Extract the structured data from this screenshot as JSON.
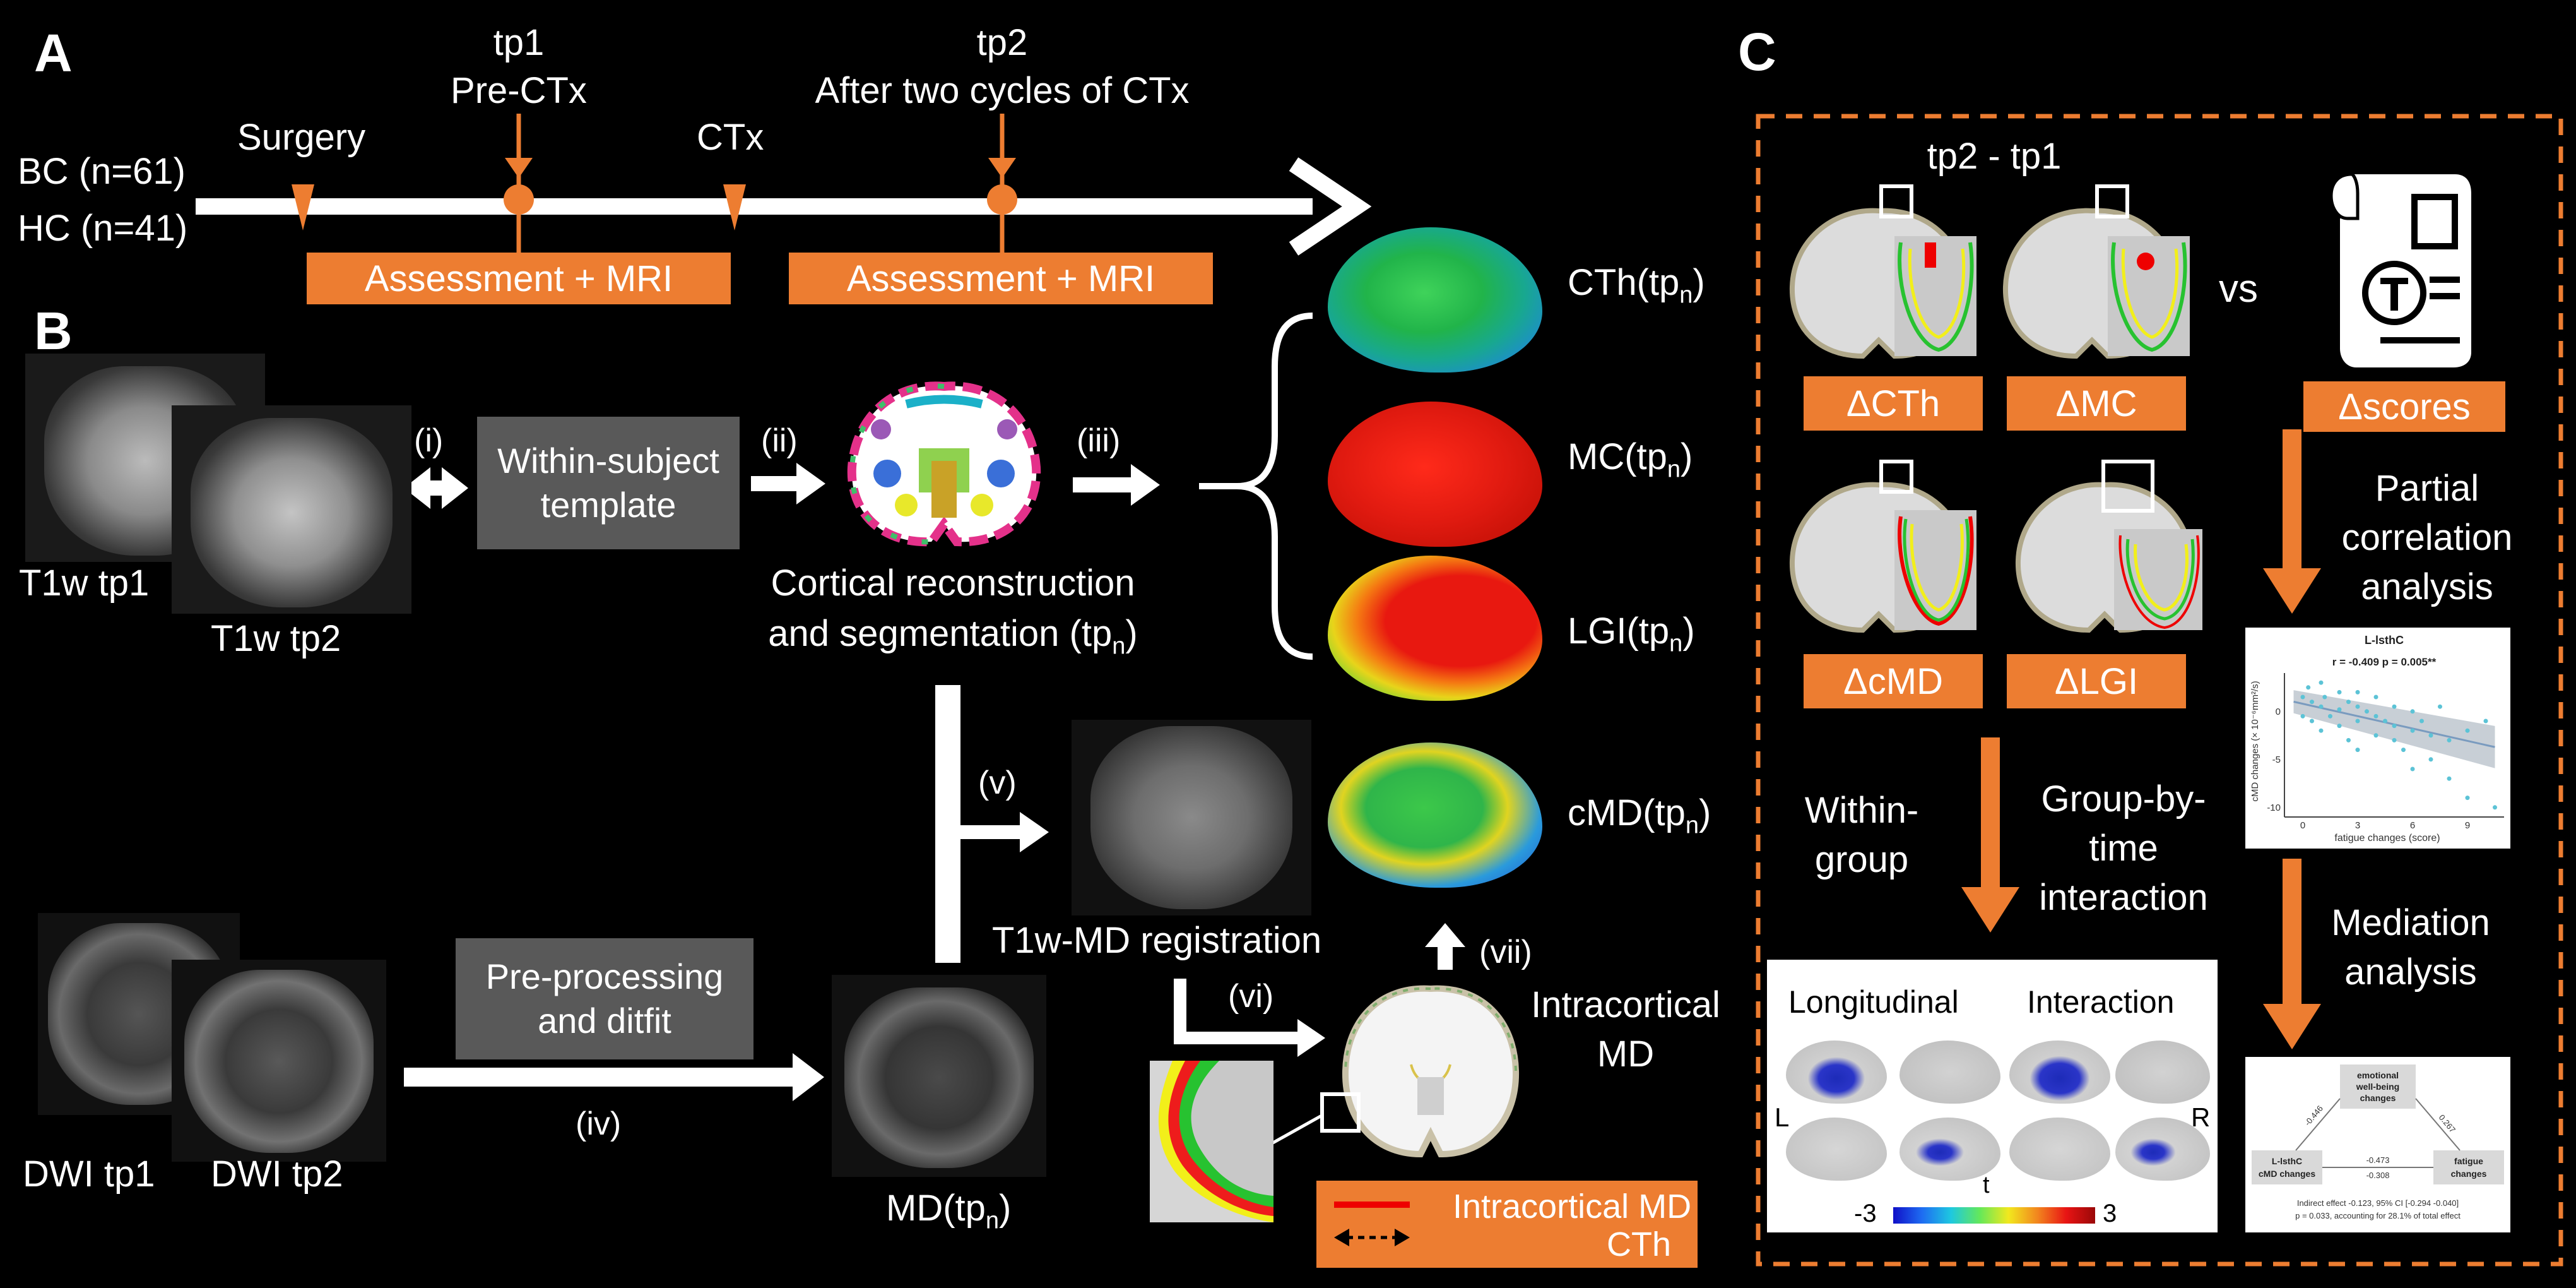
{
  "panels": {
    "a": "A",
    "b": "B",
    "c": "C"
  },
  "timeline": {
    "groups": [
      "BC (n=61)",
      "HC (n=41)"
    ],
    "surgery": "Surgery",
    "tp1_title": "tp1",
    "tp1_sub": "Pre-CTx",
    "ctx": "CTx",
    "tp2_title": "tp2",
    "tp2_sub": "After two cycles of CTx",
    "assessment1": "Assessment + MRI",
    "assessment2": "Assessment + MRI"
  },
  "pipeline": {
    "t1w_tp1": "T1w tp1",
    "t1w_tp2": "T1w tp2",
    "step_i": "(i)",
    "template_line1": "Within-subject",
    "template_line2": "template",
    "step_ii": "(ii)",
    "step_iii": "(iii)",
    "recon_line1": "Cortical reconstruction",
    "recon_line2": "and segmentation (tp",
    "recon_sub": "n",
    "recon_end": ")",
    "measures": [
      {
        "base": "CTh(tp",
        "sub": "n",
        "end": ")"
      },
      {
        "base": "MC(tp",
        "sub": "n",
        "end": ")"
      },
      {
        "base": "LGI(tp",
        "sub": "n",
        "end": ")"
      },
      {
        "base": "cMD(tp",
        "sub": "n",
        "end": ")"
      }
    ],
    "step_v": "(v)",
    "registration": "T1w-MD registration",
    "dwi_tp1": "DWI tp1",
    "dwi_tp2": "DWI tp2",
    "preproc_line1": "Pre-processing",
    "preproc_line2": "and ditfit",
    "step_iv": "(iv)",
    "md_base": "MD(tp",
    "md_sub": "n",
    "md_end": ")",
    "step_vi": "(vi)",
    "step_vii": "(vii)",
    "intracortical_line1": "Intracortical",
    "intracortical_line2": "MD",
    "legend_md": "Intracortical MD",
    "legend_cth": "CTh"
  },
  "panel_c": {
    "diff_title": "tp2 - tp1",
    "vs": "vs",
    "delta_cth": "ΔCTh",
    "delta_mc": "ΔMC",
    "delta_scores": "Δscores",
    "delta_cmd": "ΔcMD",
    "delta_lgi": "ΔLGI",
    "partial_line1": "Partial",
    "partial_line2": "correlation",
    "partial_line3": "analysis",
    "within_line1": "Within-",
    "within_line2": "group",
    "gbt_line1": "Group-by-",
    "gbt_line2": "time",
    "gbt_line3": "interaction",
    "mediation_line1": "Mediation",
    "mediation_line2": "analysis",
    "longitudinal": "Longitudinal",
    "interaction": "Interaction",
    "left": "L",
    "right": "R",
    "t_label": "t",
    "cbar_min": "-3",
    "cbar_max": "3",
    "scatter": {
      "title": "L-lsthC",
      "stats": "r = -0.409   p = 0.005**",
      "ylabel": "cMD changes (× 10⁻⁶mm²/s)",
      "xlabel": "fatigue changes (score)",
      "xticks": [
        "0",
        "3",
        "6",
        "9"
      ],
      "yticks": [
        "0",
        "-5",
        "-10"
      ]
    },
    "mediation": {
      "mediator_line1": "emotional",
      "mediator_line2": "well-being",
      "mediator_line3": "changes",
      "x_line1": "L-lsthC",
      "x_line2": "cMD changes",
      "y_line1": "fatigue",
      "y_line2": "changes",
      "a_path": "-0.446",
      "b_path": "0.267",
      "c_total": "-0.473",
      "c_direct": "-0.308",
      "note1": "Indirect effect -0.123, 95% CI [-0.294 -0.040]",
      "note2": "p = 0.033, accounting for 28.1% of total effect"
    }
  },
  "chart_data": {
    "type": "scatter",
    "title": "L-lsthC",
    "xlabel": "fatigue changes (score)",
    "ylabel": "cMD changes (× 10⁻⁶mm²/s)",
    "xlim": [
      -1,
      11
    ],
    "ylim": [
      -11,
      4
    ],
    "points": [
      [
        0,
        1.5
      ],
      [
        0,
        -0.5
      ],
      [
        0.3,
        2.5
      ],
      [
        0.5,
        -1
      ],
      [
        0.5,
        1
      ],
      [
        1,
        0.5
      ],
      [
        1,
        -2
      ],
      [
        1,
        3
      ],
      [
        1.2,
        1.5
      ],
      [
        1.5,
        -0.5
      ],
      [
        2,
        2
      ],
      [
        2,
        -1.5
      ],
      [
        2,
        0.2
      ],
      [
        2.5,
        1
      ],
      [
        2.5,
        -3
      ],
      [
        3,
        0.5
      ],
      [
        3,
        -1
      ],
      [
        3,
        2
      ],
      [
        3,
        -4
      ],
      [
        3.5,
        0
      ],
      [
        4,
        -0.5
      ],
      [
        4,
        1.5
      ],
      [
        4,
        -2.5
      ],
      [
        4.5,
        -1
      ],
      [
        5,
        0.5
      ],
      [
        5,
        -3
      ],
      [
        5,
        -1.5
      ],
      [
        5.5,
        -4
      ],
      [
        6,
        -2
      ],
      [
        6,
        0
      ],
      [
        6,
        -6
      ],
      [
        6.5,
        -1
      ],
      [
        7,
        -5
      ],
      [
        7,
        -2.5
      ],
      [
        7.5,
        0.5
      ],
      [
        8,
        -3
      ],
      [
        8,
        -7
      ],
      [
        9,
        -2
      ],
      [
        9,
        -9
      ],
      [
        10,
        -1
      ],
      [
        10.5,
        -10
      ]
    ],
    "fit": {
      "intercept": 0.8,
      "slope": -0.43
    }
  }
}
